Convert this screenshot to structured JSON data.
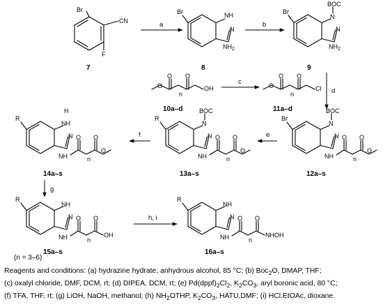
{
  "compounds": {
    "c7": "7",
    "c8": "8",
    "c9": "9",
    "c10": "10a–d",
    "c11": "11a–d",
    "c12": "12a–s",
    "c13": "13a–s",
    "c14": "14a–s",
    "c15": "15a–s",
    "c16": "16a–s"
  },
  "atoms": {
    "br": "Br",
    "f": "F",
    "cn": "CN",
    "nh": "NH",
    "nh2": "NH",
    "sub2": "2",
    "n": "N",
    "h": "H",
    "boc": "BOC",
    "o": "O",
    "oh": "OH",
    "cl": "Cl",
    "r": "R",
    "n_index": "n",
    "nhoh": "NHOH"
  },
  "steps": {
    "a": "a",
    "b": "b",
    "c": "c",
    "d": "d",
    "e": "e",
    "f": "f",
    "g": "g",
    "hi": "h, i"
  },
  "range_note": "(n = 3–6)",
  "conditions": {
    "line1": "Reagents and conditions: (a) hydrazine hydrate, anhydrous alcohol, 85 °C; (b) Boc",
    "line1_sub": "2",
    "line1_tail": "O, DMAP, THF;",
    "line2_a": "(c) oxalyl chloride, DMF, DCM, rt; (d) DIPEA, DCM, rt; (e) Pd(dppf)",
    "line2_sub1": "2",
    "line2_b": "Cl",
    "line2_sub2": "2",
    "line2_c": ", K",
    "line2_sub3": "2",
    "line2_d": "CO",
    "line2_sub4": "3",
    "line2_e": ", aryl boronic acid, 80 °C;",
    "line3_a": "(f) TFA, THF, rt; (g) LiOH, NaOH, methanol; (h) NH",
    "line3_sub1": "2",
    "line3_b": "OTHP, K",
    "line3_sub2": "2",
    "line3_c": "CO",
    "line3_sub3": "3",
    "line3_d": ", HATU,DMF; (i) HCl.EtOAc, dioxane."
  }
}
